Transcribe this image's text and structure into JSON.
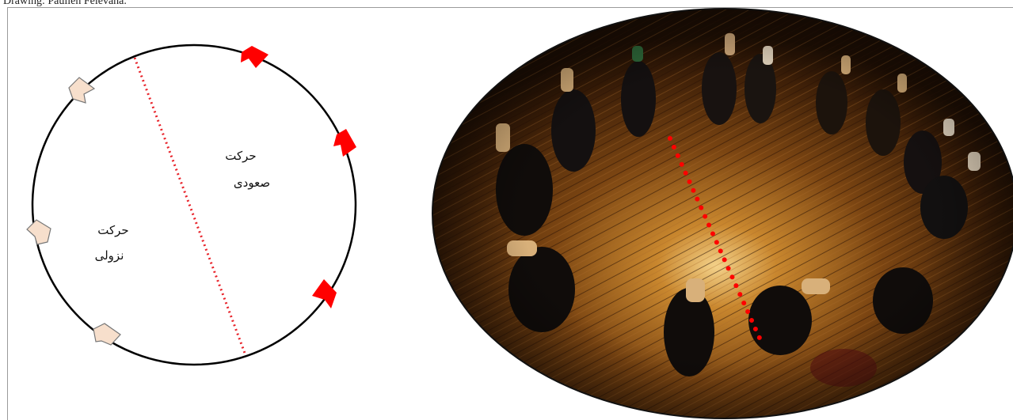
{
  "caption": "Drawing: Paulien Felevana.",
  "left_diagram": {
    "label_ascending": {
      "line1": "حرکت",
      "line2": "صعودی"
    },
    "label_descending": {
      "line1": "حرکت",
      "line2": "نزولی"
    },
    "colors": {
      "ascending_arrow": "#ff0000",
      "descending_arrow": "#f7dfcc",
      "divider": "#e8232a",
      "circle_stroke": "#000000"
    }
  },
  "right_image": {
    "description_icon": "whirling-dervishes-photo",
    "colors": {
      "floor_dark": "#2a1505",
      "floor_light": "#d89a40",
      "marker_dots": "#ff0000"
    }
  }
}
